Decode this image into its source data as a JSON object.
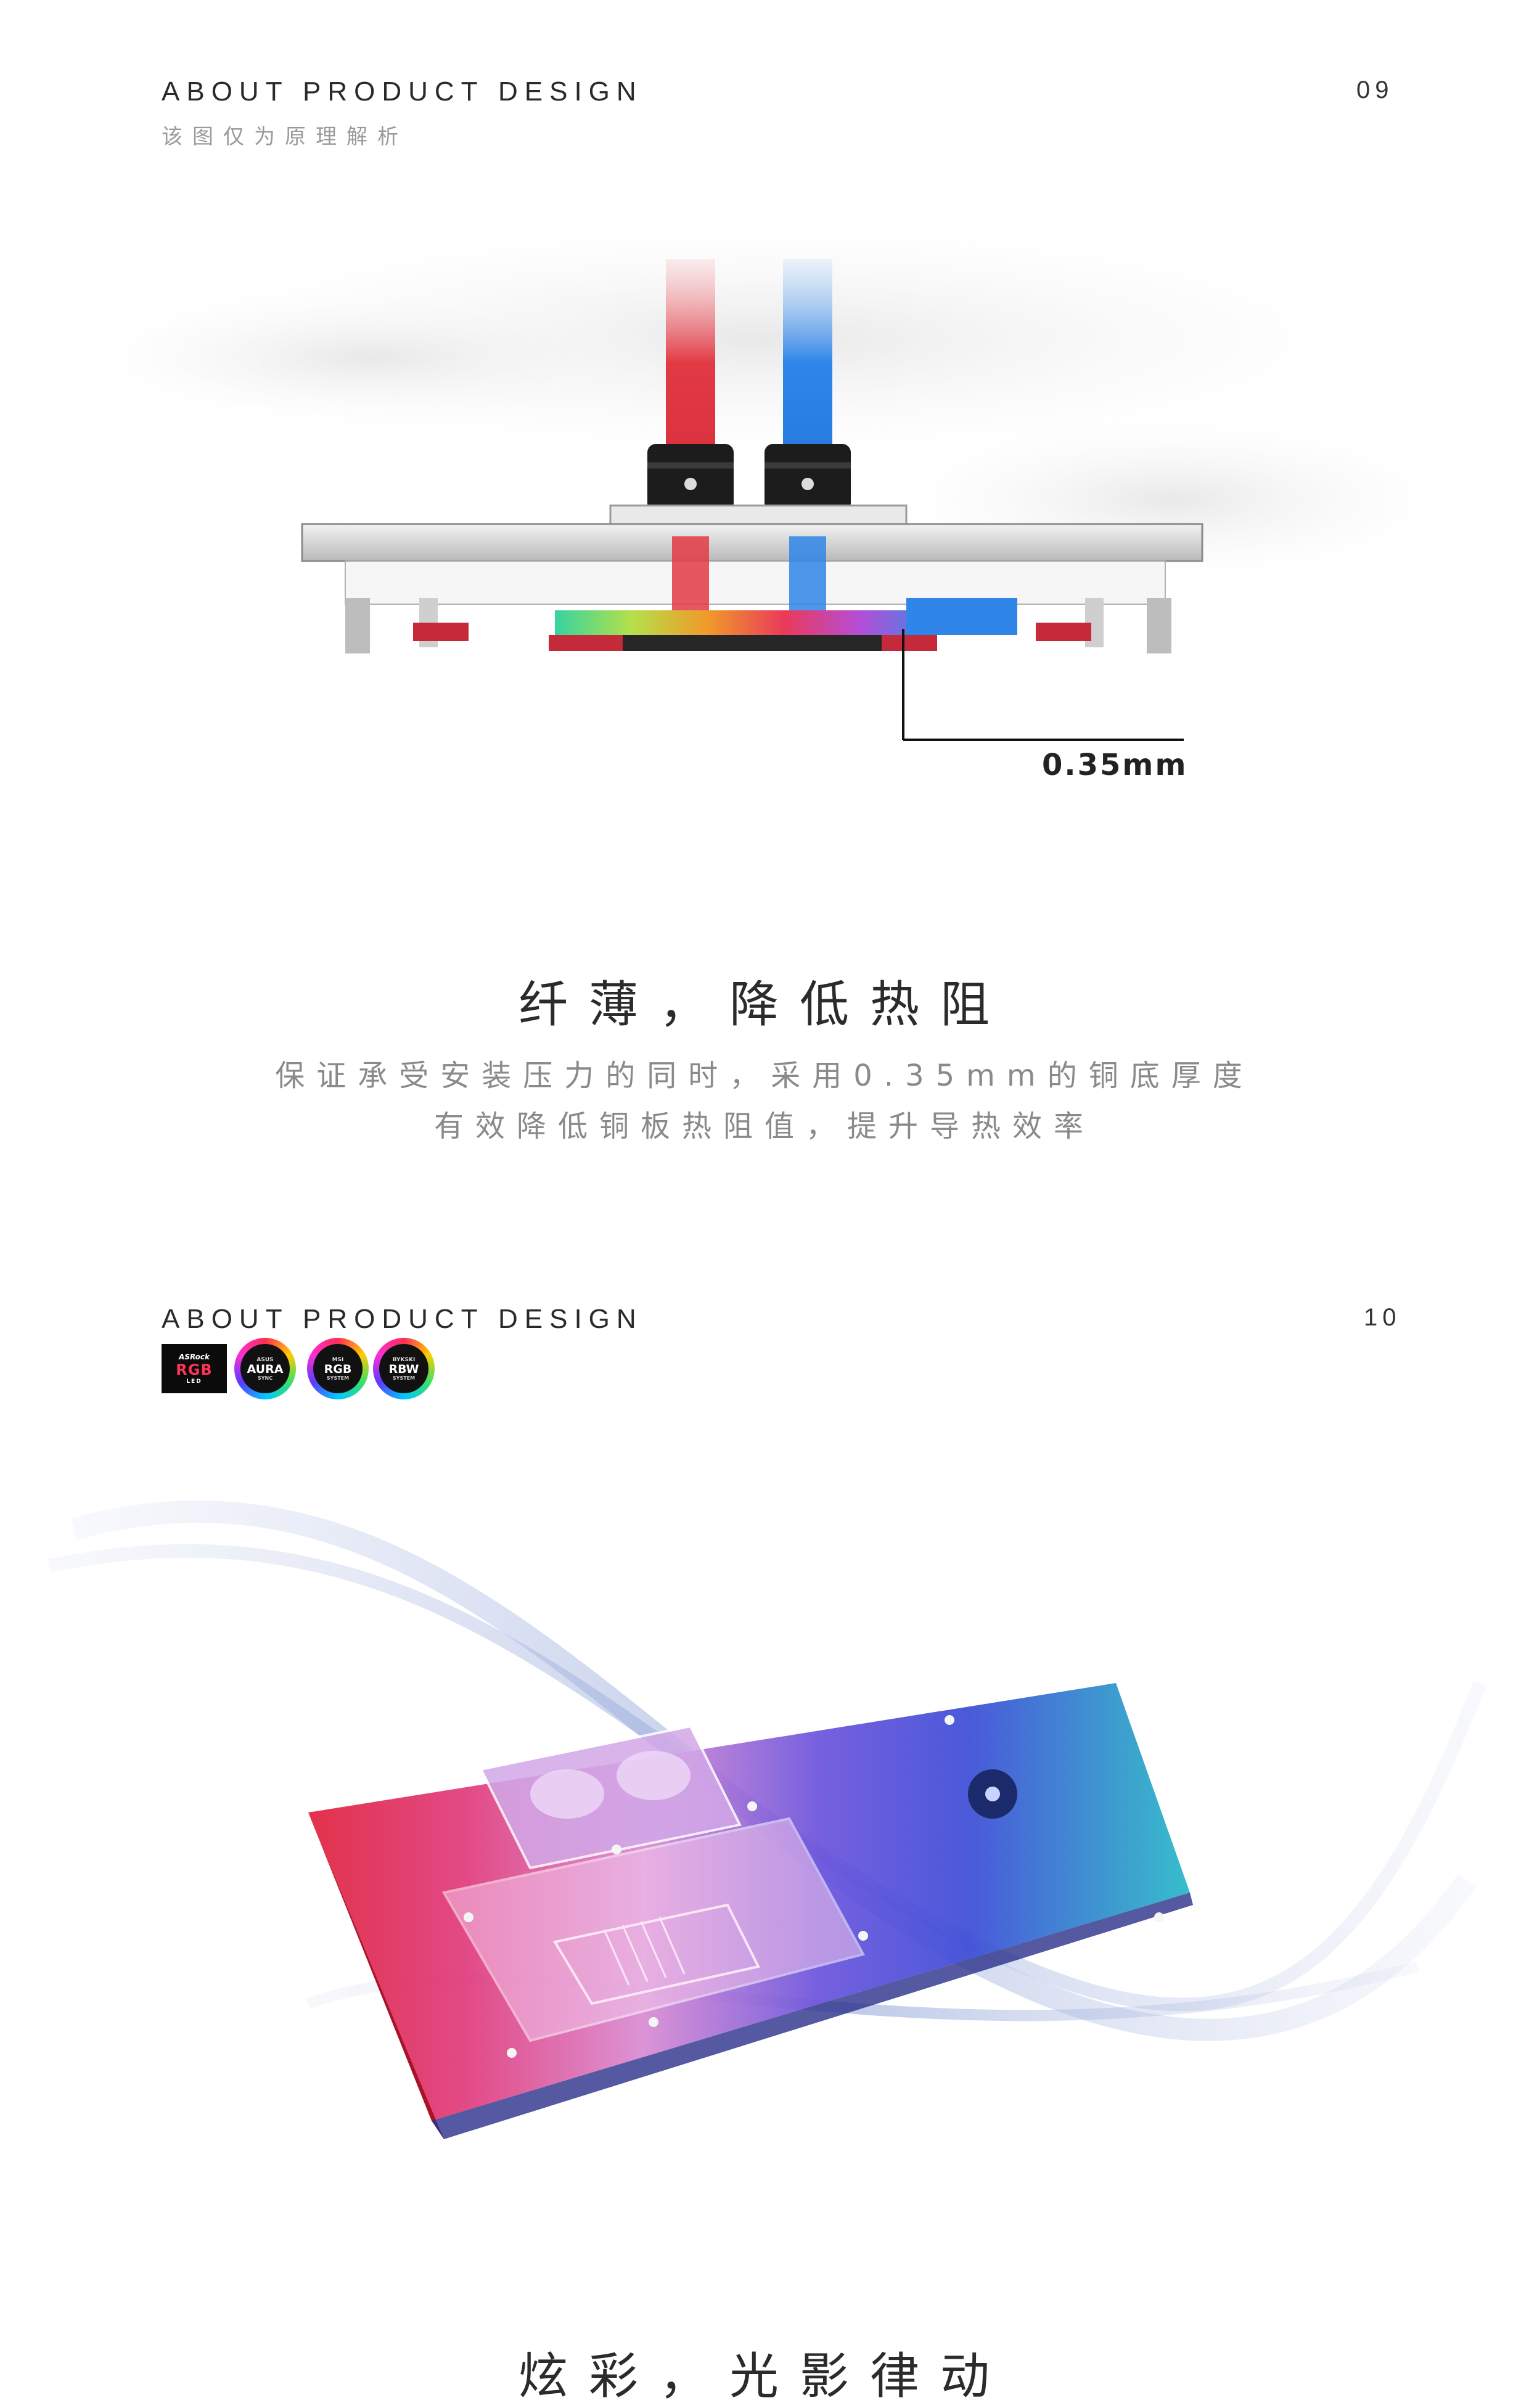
{
  "section1": {
    "title": "ABOUT PRODUCT DESIGN",
    "subtitle": "该图仅为原理解析",
    "number": "09",
    "measurement": "0.35mm",
    "headline": "纤薄，降低热阻",
    "body": [
      "保证承受安装压力的同时，采用0.35mm的铜底厚度",
      "有效降低铜板热阻值，提升导热效率"
    ]
  },
  "section2": {
    "title": "ABOUT PRODUCT DESIGN",
    "number": "10",
    "badges": [
      {
        "type": "rect",
        "top": "ASRock",
        "main": "RGB",
        "bottom": "LED",
        "icon": "asrock-rgb-led-logo"
      },
      {
        "type": "circle",
        "top": "ASUS",
        "main": "AURA",
        "bottom": "SYNC",
        "icon": "asus-aura-sync-logo"
      },
      {
        "type": "circle",
        "top": "MSI",
        "main": "RGB",
        "bottom": "SYSTEM",
        "icon": "msi-rgb-system-logo"
      },
      {
        "type": "circle",
        "top": "BYKSKI",
        "main": "RBW",
        "bottom": "SYSTEM",
        "icon": "bykski-rbw-system-logo"
      }
    ],
    "headline": "炫彩，光影律动"
  },
  "colors": {
    "hot_pipe": "#e23a44",
    "cold_pipe": "#2f86e8",
    "product_red": "#e0203a",
    "product_teal": "#26b8c6",
    "product_blue": "#3a4bd6"
  }
}
